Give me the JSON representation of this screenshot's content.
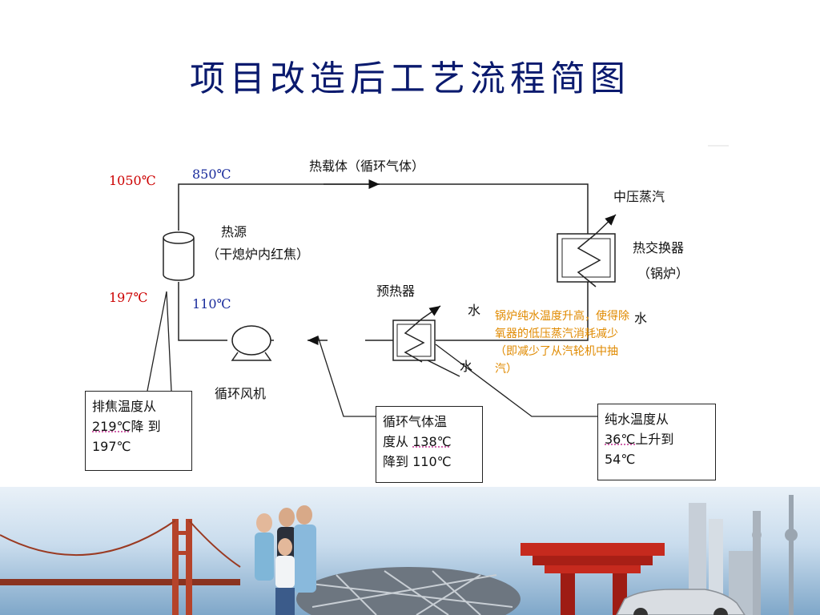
{
  "title": "项目改造后工艺流程简图",
  "diagram": {
    "temps": {
      "t1050": "1050℃",
      "t850": "850℃",
      "t197": "197℃",
      "t110": "110℃"
    },
    "labels": {
      "carrier": "热载体（循环气体）",
      "heat_source": "热源",
      "heat_source_sub": "（干熄炉内红焦）",
      "mid_steam": "中压蒸汽",
      "heat_exchanger": "热交换器",
      "heat_exchanger_sub": "（锅炉）",
      "preheater": "预热器",
      "water1": "水",
      "water2": "水",
      "water3": "水",
      "fan": "循环风机"
    },
    "boxes": {
      "coke_1": "排焦温度从",
      "coke_2": "219℃",
      "coke_2b": "降 到",
      "coke_3": "197℃",
      "gas_1": "循环气体温",
      "gas_2": "度从",
      "gas_2b": "138℃",
      "gas_3": "降到 110℃",
      "water_1": "纯水温度从",
      "water_2": "36℃",
      "water_2b": "上升到",
      "water_3": "54℃"
    },
    "note": "锅炉纯水温度升高，使得除氧器的低压蒸汽消耗减少（即减少了从汽轮机中抽汽）"
  },
  "colors": {
    "title": "#0a1a6e",
    "temp_red": "#cc0000",
    "temp_blue": "#1a2c9c",
    "note": "#e08a00"
  }
}
